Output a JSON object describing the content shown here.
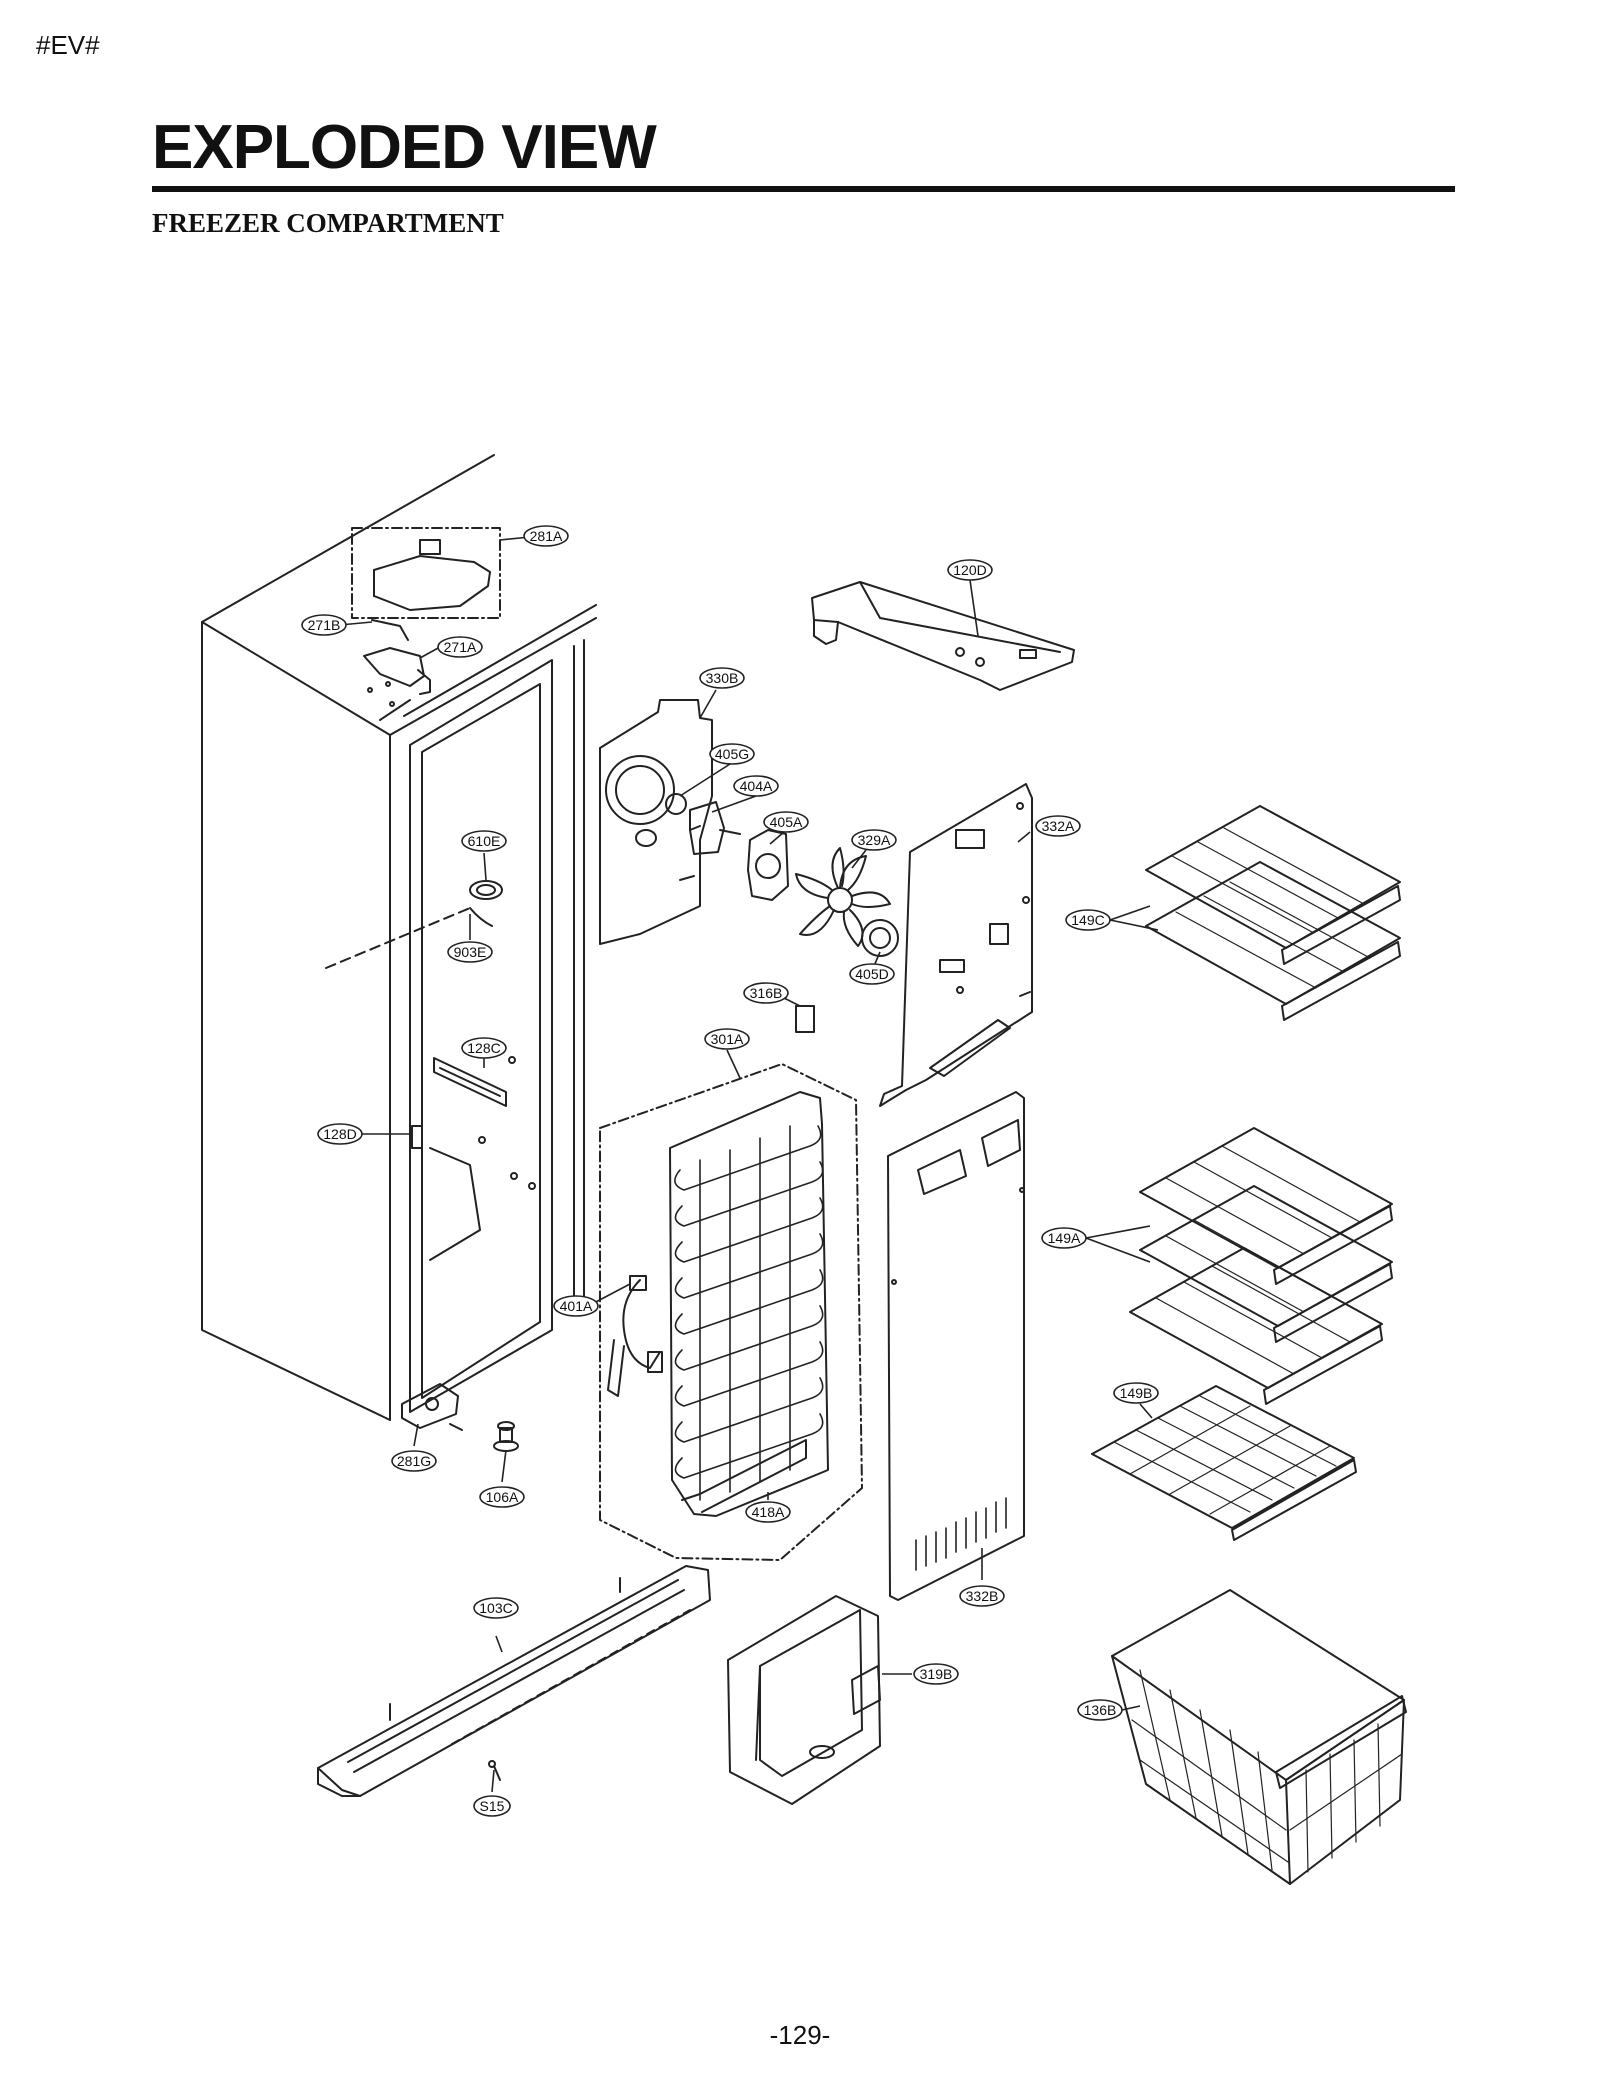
{
  "header": {
    "tag": "#EV#",
    "title": "EXPLODED VIEW",
    "subtitle": "FREEZER COMPARTMENT"
  },
  "footer": {
    "page_number": "-129-"
  },
  "parts": {
    "p281A": "281A",
    "p271B": "271B",
    "p271A": "271A",
    "p120D": "120D",
    "p330B": "330B",
    "p405G": "405G",
    "p404A": "404A",
    "p405A": "405A",
    "p329A": "329A",
    "p332A": "332A",
    "p610E": "610E",
    "p903E": "903E",
    "p149C": "149C",
    "p405D": "405D",
    "p316B": "316B",
    "p301A": "301A",
    "p128C": "128C",
    "p128D": "128D",
    "p149A": "149A",
    "p401A": "401A",
    "p149B": "149B",
    "p281G": "281G",
    "p106A": "106A",
    "p418A": "418A",
    "p332B": "332B",
    "p103C": "103C",
    "p319B": "319B",
    "p136B": "136B",
    "pS15": "S15"
  }
}
